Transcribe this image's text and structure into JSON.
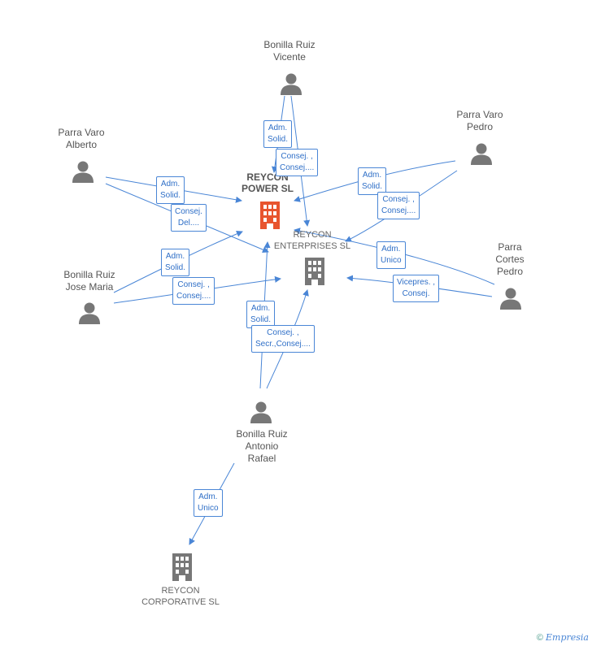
{
  "nodes": {
    "bonilla_vicente": {
      "line1": "Bonilla Ruiz",
      "line2": "Vicente"
    },
    "parra_alberto": {
      "line1": "Parra Varo",
      "line2": "Alberto"
    },
    "parra_pedro": {
      "line1": "Parra Varo",
      "line2": "Pedro"
    },
    "parra_cortes": {
      "line1": "Parra",
      "line2": "Cortes",
      "line3": "Pedro"
    },
    "bonilla_jose": {
      "line1": "Bonilla Ruiz",
      "line2": "Jose Maria"
    },
    "bonilla_antonio": {
      "line1": "Bonilla Ruiz",
      "line2": "Antonio",
      "line3": "Rafael"
    },
    "reycon_power": {
      "line1": "REYCON",
      "line2": "POWER SL"
    },
    "reycon_enterprises": {
      "line1": "REYCON",
      "line2": "ENTERPRISES SL"
    },
    "reycon_corporative": {
      "line1": "REYCON",
      "line2": "CORPORATIVE SL"
    }
  },
  "edges": [
    {
      "l1": "Adm.",
      "l2": "Solid."
    },
    {
      "l1": "Consej. ,",
      "l2": "Consej...."
    },
    {
      "l1": "Adm.",
      "l2": "Solid."
    },
    {
      "l1": "Consej.",
      "l2": "Del...."
    },
    {
      "l1": "Adm.",
      "l2": "Solid."
    },
    {
      "l1": "Consej. ,",
      "l2": "Consej...."
    },
    {
      "l1": "Adm.",
      "l2": "Unico"
    },
    {
      "l1": "Adm.",
      "l2": "Solid."
    },
    {
      "l1": "Consej. ,",
      "l2": "Consej...."
    },
    {
      "l1": "Vicepres. ,",
      "l2": "Consej."
    },
    {
      "l1": "Adm.",
      "l2": "Solid."
    },
    {
      "l1": "Consej. ,",
      "l2": "Secr.,Consej...."
    },
    {
      "l1": "Adm.",
      "l2": "Unico"
    }
  ],
  "colors": {
    "edge": "#4a86d6",
    "person": "#777777",
    "company": "#777777",
    "highlight": "#e8542e"
  },
  "footer": {
    "copyright": "©",
    "brand": "Empresia"
  }
}
